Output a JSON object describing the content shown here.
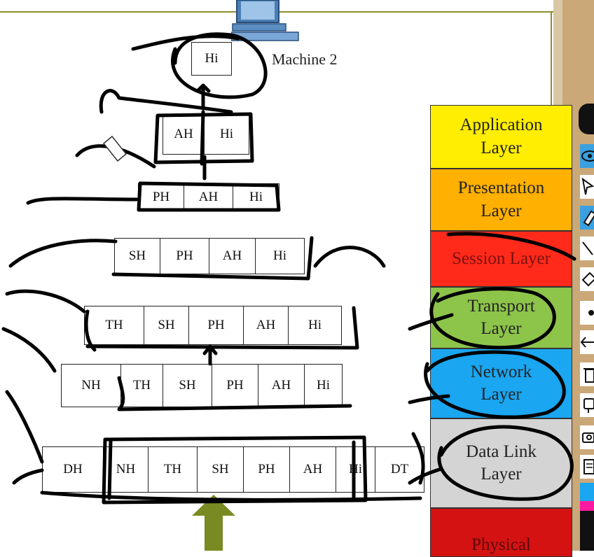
{
  "machine_label": "Machine 2",
  "rows": [
    {
      "cells": [
        "Hi"
      ]
    },
    {
      "cells": [
        "AH",
        "Hi"
      ]
    },
    {
      "cells": [
        "PH",
        "AH",
        "Hi"
      ]
    },
    {
      "cells": [
        "SH",
        "PH",
        "AH",
        "Hi"
      ]
    },
    {
      "cells": [
        "TH",
        "SH",
        "PH",
        "AH",
        "Hi"
      ]
    },
    {
      "cells": [
        "NH",
        "TH",
        "SH",
        "PH",
        "AH",
        "Hi"
      ]
    },
    {
      "cells": [
        "DH",
        "NH",
        "TH",
        "SH",
        "PH",
        "AH",
        "Hi",
        "DT"
      ]
    }
  ],
  "layers": [
    {
      "label": "Application Layer",
      "color": "#ffee00"
    },
    {
      "label": "Presentation Layer",
      "color": "#ffb000"
    },
    {
      "label": "Session Layer",
      "color": "#ff2a1a"
    },
    {
      "label": "Transport Layer",
      "color": "#8dc44a"
    },
    {
      "label": "Network Layer",
      "color": "#1aa6f0"
    },
    {
      "label": "Data Link Layer",
      "color": "#d4d4d4"
    },
    {
      "label": "Physical",
      "color": "#d41212"
    }
  ],
  "toolbar": {
    "tools": [
      "eye-icon",
      "pointer-icon",
      "highlighter-icon",
      "pen-icon",
      "eraser-icon",
      "dot-icon",
      "undo-icon",
      "trash-icon",
      "screen-icon",
      "camera-icon",
      "notes-icon"
    ],
    "active_tools": [
      "eye-icon",
      "highlighter-icon"
    ],
    "swatches": [
      "#1aa6f0",
      "#ff1aa0",
      "#111111"
    ]
  },
  "colors": {
    "ink": "#000000",
    "frame": "#8a8f2a",
    "arrow_green": "#7a8a22"
  }
}
